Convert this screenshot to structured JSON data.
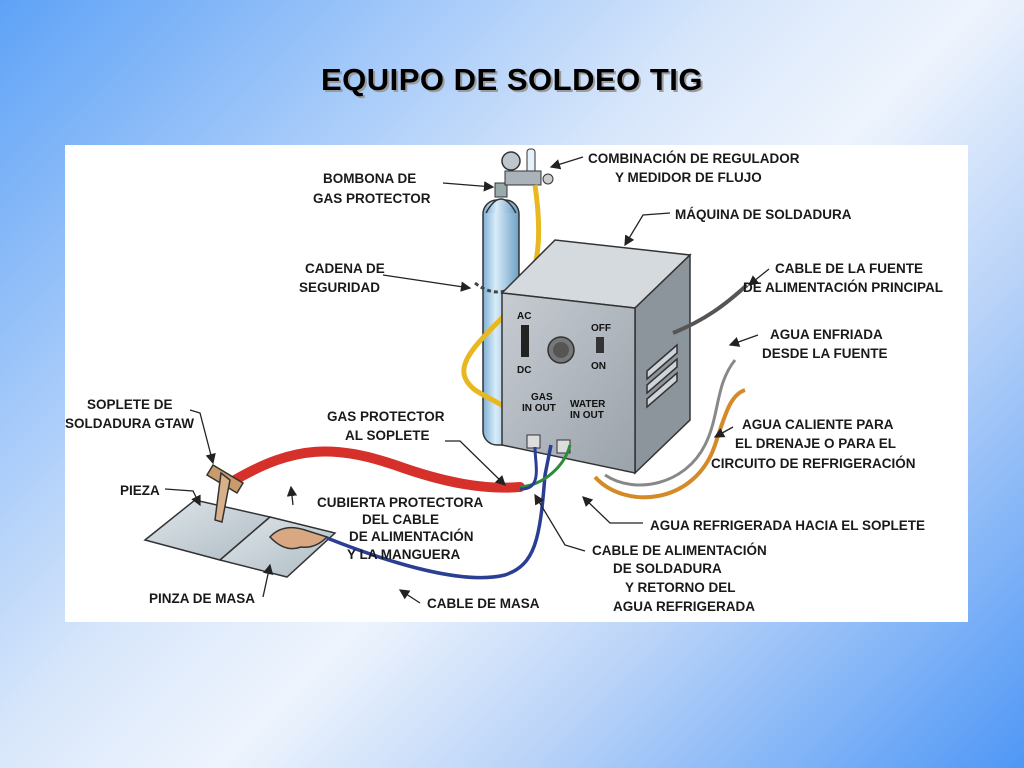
{
  "title": "EQUIPO DE SOLDEO TIG",
  "labels": {
    "bombona": [
      "BOMBONA DE",
      "GAS PROTECTOR"
    ],
    "regulador": [
      "COMBINACIÓN DE REGULADOR",
      "Y MEDIDOR DE FLUJO"
    ],
    "maquina": [
      "MÁQUINA DE SOLDADURA"
    ],
    "cadena": [
      "CADENA DE",
      "SEGURIDAD"
    ],
    "cable_fuente": [
      "CABLE DE LA FUENTE",
      "DE ALIMENTACIÓN PRINCIPAL"
    ],
    "agua_enfriada": [
      "AGUA ENFRIADA",
      "DESDE LA FUENTE"
    ],
    "soplete": [
      "SOPLETE DE",
      "SOLDADURA GTAW"
    ],
    "gas_soplete": [
      "GAS PROTECTOR",
      "AL SOPLETE"
    ],
    "agua_caliente": [
      "AGUA CALIENTE PARA",
      "EL DRENAJE O PARA EL",
      "CIRCUITO DE REFRIGERACIÓN"
    ],
    "pieza": [
      "PIEZA"
    ],
    "cubierta": [
      "CUBIERTA PROTECTORA",
      "DEL CABLE",
      "DE ALIMENTACIÓN",
      "Y LA MANGUERA"
    ],
    "agua_refrigerada": [
      "AGUA REFRIGERADA HACIA EL SOPLETE"
    ],
    "cable_alimentacion": [
      "CABLE DE ALIMENTACIÓN",
      "DE SOLDADURA",
      "Y RETORNO DEL",
      "AGUA REFRIGERADA"
    ],
    "pinza": [
      "PINZA DE MASA"
    ],
    "cable_masa": [
      "CABLE DE MASA"
    ]
  },
  "machine_marks": {
    "ac": "AC",
    "dc": "DC",
    "off": "OFF",
    "on": "ON",
    "gas": "GAS",
    "water": "WATER",
    "in_out": "IN OUT"
  },
  "colors": {
    "gas_hose": "#e8b820",
    "torch_cover": "#d6302a",
    "ground_cable": "#2a3f93",
    "cooling_hose": "#d58a28",
    "green_hose": "#2d8a3a",
    "machine": "#a9b1b9",
    "cylinder": "#a9cde8"
  }
}
